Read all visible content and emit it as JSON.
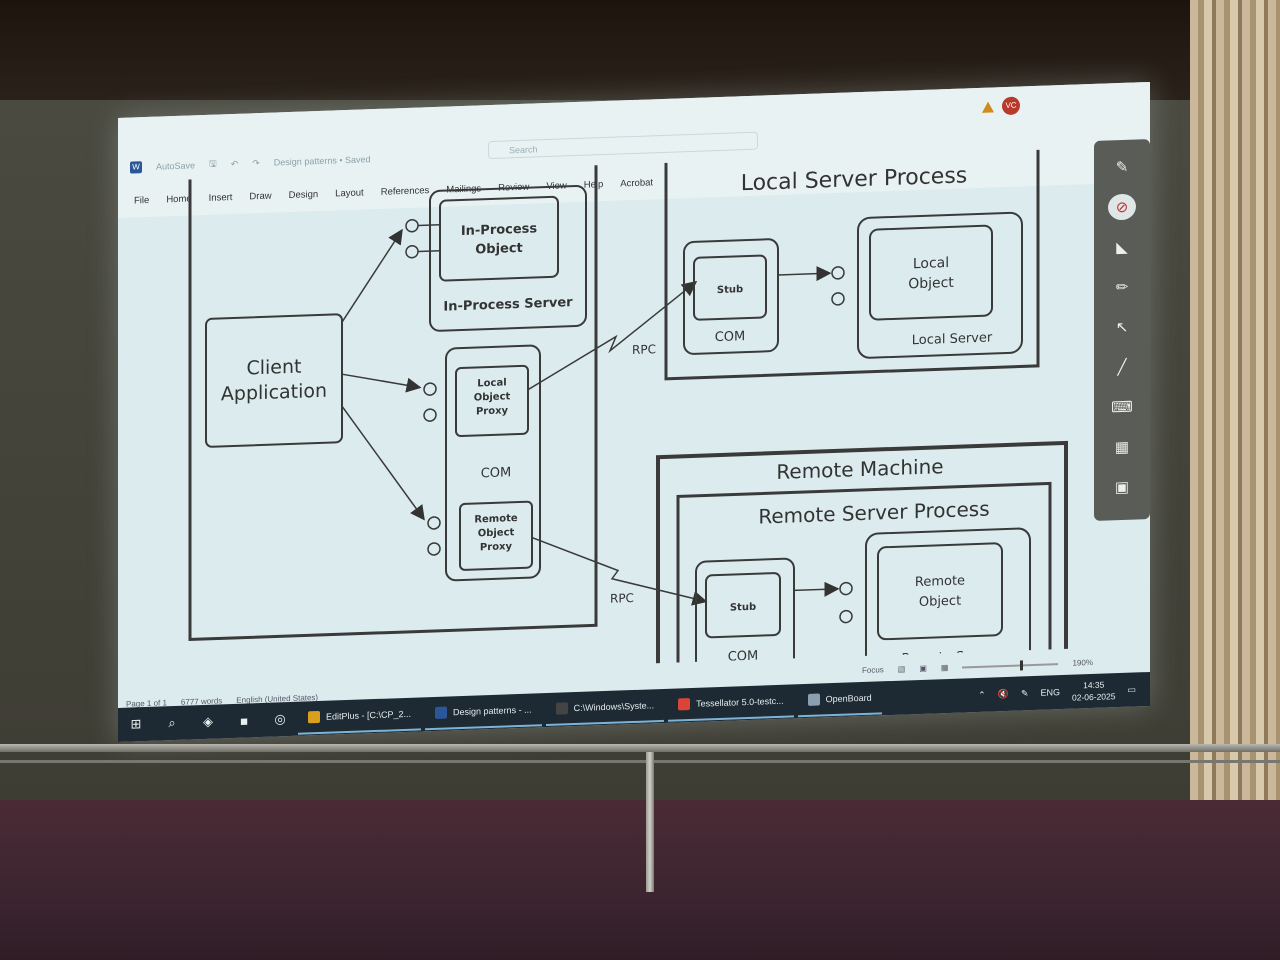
{
  "word": {
    "search_placeholder": "Search",
    "doc_title": "Design patterns • Saved",
    "avatar_initials": "VC",
    "menu": [
      "File",
      "Home",
      "Insert",
      "Draw",
      "Design",
      "Layout",
      "References",
      "Mailings",
      "Review",
      "View",
      "Help",
      "Acrobat"
    ],
    "status": {
      "page": "Page 1 of 1",
      "words": "6777 words",
      "language": "English (United States)",
      "focus": "Focus",
      "zoom": "190%"
    }
  },
  "diagram": {
    "client_application": [
      "Client",
      "Application"
    ],
    "in_process_object": [
      "In-Process",
      "Object"
    ],
    "in_process_server": "In-Process Server",
    "local_object_proxy": [
      "Local",
      "Object",
      "Proxy"
    ],
    "remote_object_proxy": [
      "Remote",
      "Object",
      "Proxy"
    ],
    "com_left": "COM",
    "rpc_top": "RPC",
    "rpc_bottom": "RPC",
    "local_server_process": "Local Server Process",
    "stub_top": "Stub",
    "com_local": "COM",
    "local_object": [
      "Local",
      "Object"
    ],
    "local_server": "Local Server",
    "remote_machine": "Remote Machine",
    "remote_server_process": "Remote Server Process",
    "stub_bottom": "Stub",
    "com_remote": "COM",
    "remote_object": [
      "Remote",
      "Object"
    ],
    "remote_server": "Remote Server"
  },
  "taskbar": {
    "apps": [
      {
        "label": "EditPlus - [C:\\CP_2...",
        "color": "#d9a01e"
      },
      {
        "label": "Design patterns - ...",
        "color": "#2b579a"
      },
      {
        "label": "C:\\Windows\\Syste...",
        "color": "#444444"
      },
      {
        "label": "Tessellator 5.0-testc...",
        "color": "#db4437"
      },
      {
        "label": "OpenBoard",
        "color": "#8aa0b0"
      }
    ],
    "language": "ENG",
    "time": "14:35",
    "date": "02-06-2025"
  }
}
